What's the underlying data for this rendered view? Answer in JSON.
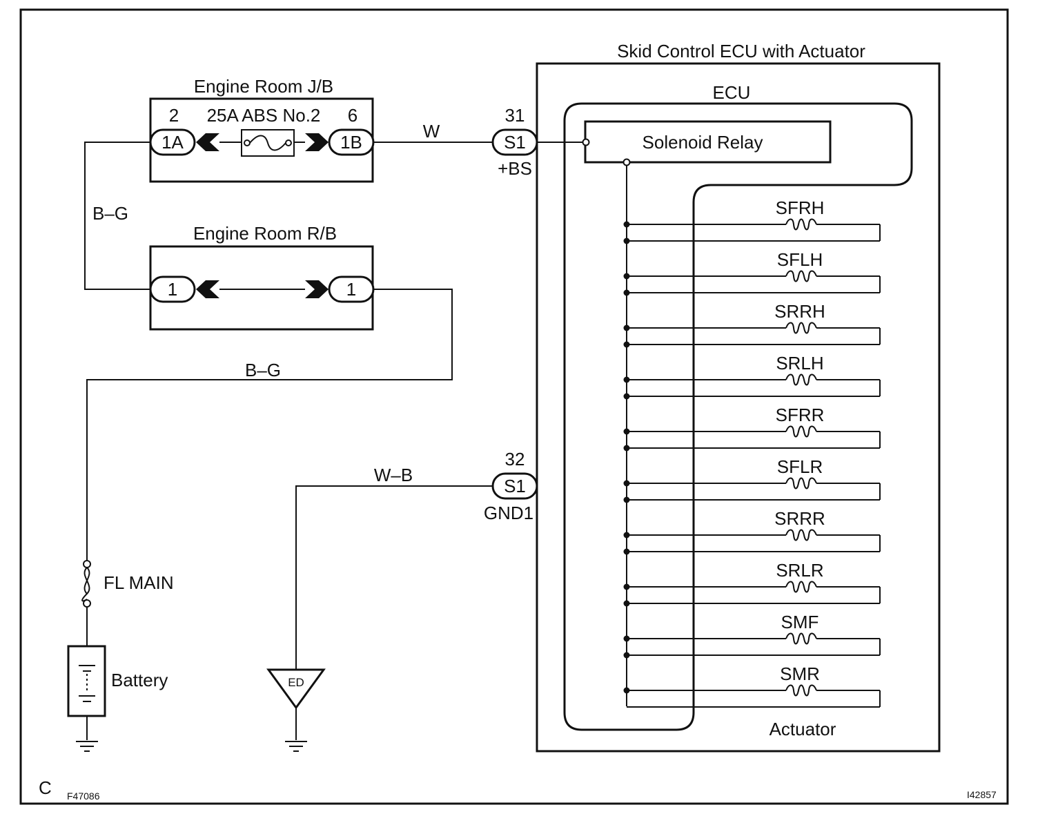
{
  "corner_codes": {
    "left_letter": "C",
    "left_code": "F47086",
    "right_code": "I42857"
  },
  "components": {
    "ecu_assembly": "Skid Control ECU with Actuator",
    "ecu": "ECU",
    "relay": "Solenoid Relay",
    "actuator": "Actuator",
    "junction_block": "Engine Room J/B",
    "relay_block": "Engine Room R/B",
    "fuse": "25A ABS No.2",
    "fusible_link": "FL MAIN",
    "battery": "Battery",
    "ground_point": "ED"
  },
  "jb_pins": {
    "left_num": "2",
    "left_conn": "1A",
    "right_num": "6",
    "right_conn": "1B"
  },
  "rb_pins": {
    "left_conn": "1",
    "right_conn": "1"
  },
  "ecu_terminals": {
    "bs": {
      "number": "31",
      "connector": "S1",
      "name": "+BS"
    },
    "gnd": {
      "number": "32",
      "connector": "S1",
      "name": "GND1"
    }
  },
  "wires": {
    "w": "W",
    "bg_upper": "B–G",
    "bg_lower": "B–G",
    "wb": "W–B"
  },
  "solenoids": [
    "SFRH",
    "SFLH",
    "SRRH",
    "SRLH",
    "SFRR",
    "SFLR",
    "SRRR",
    "SRLR",
    "SMF",
    "SMR"
  ],
  "colors": {
    "line": "#111111",
    "background": "#ffffff"
  }
}
